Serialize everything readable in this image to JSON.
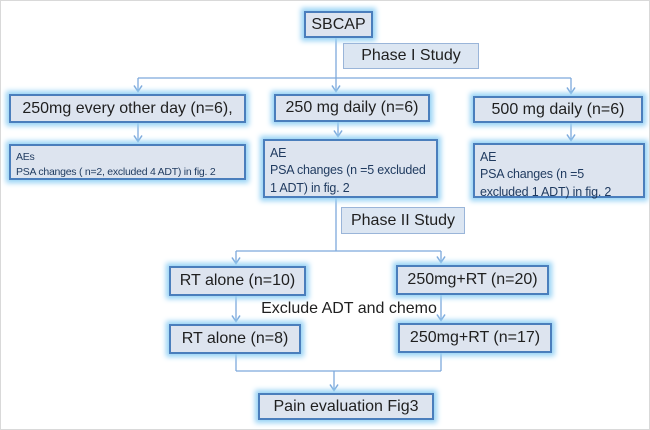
{
  "diagram": {
    "type": "flowchart",
    "nodes": {
      "sbcap": {
        "label": "SBCAP"
      },
      "phase1": {
        "label": "Phase I Study"
      },
      "dose_eod": {
        "label": "250mg every other day (n=6),"
      },
      "dose_250": {
        "label": "250 mg daily (n=6)"
      },
      "dose_500": {
        "label": "500 mg daily (n=6)"
      },
      "ae_eod": {
        "label": "AEs\nPSA changes ( n=2, excluded 4 ADT) in fig.  2"
      },
      "ae_250": {
        "label": "AE\nPSA changes (n =5 excluded\n1 ADT) in fig. 2"
      },
      "ae_500": {
        "label": "AE\nPSA changes (n =5\nexcluded 1 ADT) in fig. 2"
      },
      "phase2": {
        "label": "Phase II Study"
      },
      "rt_alone_10": {
        "label": "RT alone (n=10)"
      },
      "rt_250_20": {
        "label": "250mg+RT (n=20)"
      },
      "exclude_note": {
        "label": "Exclude ADT and chemo"
      },
      "rt_alone_8": {
        "label": "RT alone (n=8)"
      },
      "rt_250_17": {
        "label": "250mg+RT (n=17)"
      },
      "pain": {
        "label": "Pain evaluation Fig3"
      }
    },
    "edges": [
      "SBCAP -> 250mg every other day (n=6),",
      "SBCAP -> 250 mg daily (n=6)",
      "SBCAP -> 500 mg daily (n=6)",
      "250mg every other day (n=6), -> AEs box",
      "250 mg daily (n=6) -> AE box",
      "500 mg daily (n=6) -> AE box",
      "AE box -> RT alone (n=10)",
      "AE box -> 250mg+RT (n=20)",
      "RT alone (n=10) -> RT alone (n=8)",
      "250mg+RT (n=20) -> 250mg+RT (n=17)",
      "RT alone (n=8) + 250mg+RT (n=17) -> Pain evaluation Fig3"
    ]
  },
  "colors": {
    "background": "#ffffff",
    "box_fill": "#dde4ef",
    "box_border": "#4a7ebc",
    "plain_box_fill": "#dce6f2",
    "plain_box_border": "#9ab5d9",
    "glow": "#98d3f5",
    "connector": "#7ea9dc",
    "label_text": "#1f1f1f",
    "ae_text": "#1f3a5f"
  }
}
